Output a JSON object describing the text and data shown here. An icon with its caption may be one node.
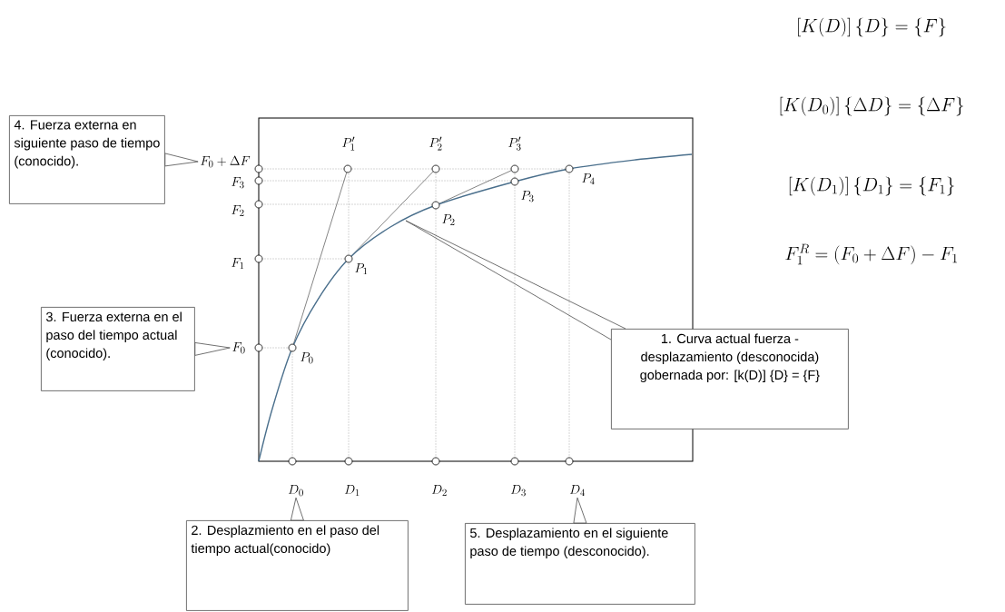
{
  "diagram": {
    "nodes": [
      {
        "text": [
          "4. Fuerza externa en siguiente paso de tiempo (conocido)."
        ]
      },
      {
        "text": [
          "F_0 + \\Delta F"
        ]
      },
      {
        "text": [
          "3. Fuerza externa en el paso del tiempo actual (conocido)."
        ]
      },
      {
        "text": [
          "F_0"
        ]
      },
      {
        "text": [
          "1. Curva actual fuerza - desplazamiento (desconocida) gobernada por: [k(D)] {D} = {F}"
        ]
      },
      {
        "text": [
          "D_0"
        ]
      },
      {
        "text": [
          "D_4"
        ]
      },
      {
        "text": [
          "2. Desplazmiento en el paso del tiempo actual(conocido)"
        ]
      },
      {
        "text": [
          "5. Desplazamiento en el siguiente paso de tiempo (desconocido)."
        ]
      }
    ],
    "edges": [
      {
        "from": 0,
        "to": 1,
        "arrow": "to"
      },
      {
        "from": 2,
        "to": 3,
        "arrow": "to"
      },
      {
        "from": 4,
        "to": null,
        "arrow": "none"
      },
      {
        "from": 7,
        "to": 5,
        "arrow": "to"
      },
      {
        "from": 8,
        "to": 6,
        "arrow": "to"
      }
    ],
    "labels": [
      "\\left[K(D)\\right]\\left\\{D\\right\\} = \\left\\{F\\right\\}",
      "\\left[K(D_0)\\right]\\left\\{\\Delta D\\right\\} = \\left\\{\\Delta F\\right\\}",
      "P_1'",
      "P_2'",
      "P_3'",
      "\\left[K(D_1)\\right]\\left\\{D_1\\right\\} = \\left\\{F_1\\right\\}",
      "F_3",
      "F_2",
      "P_4",
      "P_3",
      "P_2",
      "F_1^R = (F_0 + \\Delta F) - F_1",
      "F_1",
      "P_1",
      "P_0",
      "D_1",
      "D_2",
      "D_3"
    ]
  }
}
